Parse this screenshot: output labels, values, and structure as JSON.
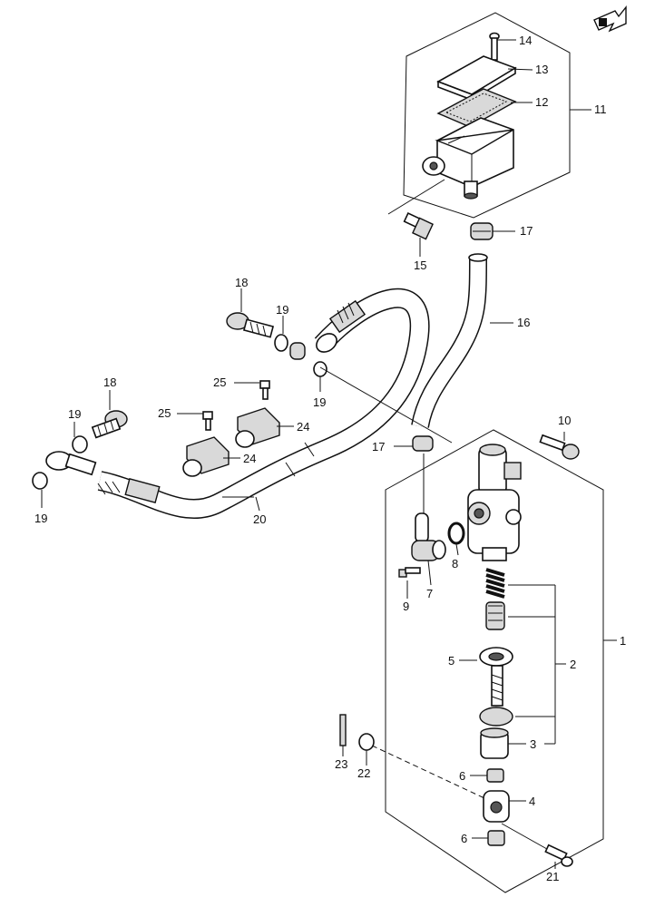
{
  "labels": {
    "p1": "1",
    "p2": "2",
    "p3": "3",
    "p4": "4",
    "p5": "5",
    "p6a": "6",
    "p6b": "6",
    "p7": "7",
    "p8": "8",
    "p9": "9",
    "p10": "10",
    "p11": "11",
    "p12": "12",
    "p13": "13",
    "p14": "14",
    "p15": "15",
    "p16": "16",
    "p17a": "17",
    "p17b": "17",
    "p18a": "18",
    "p18b": "18",
    "p19a": "19",
    "p19b": "19",
    "p19c": "19",
    "p19d": "19",
    "p20": "20",
    "p21": "21",
    "p22": "22",
    "p23": "23",
    "p24a": "24",
    "p24b": "24",
    "p25a": "25",
    "p25b": "25"
  },
  "icons": {
    "front_arrow": "front-direction-arrow-icon"
  }
}
